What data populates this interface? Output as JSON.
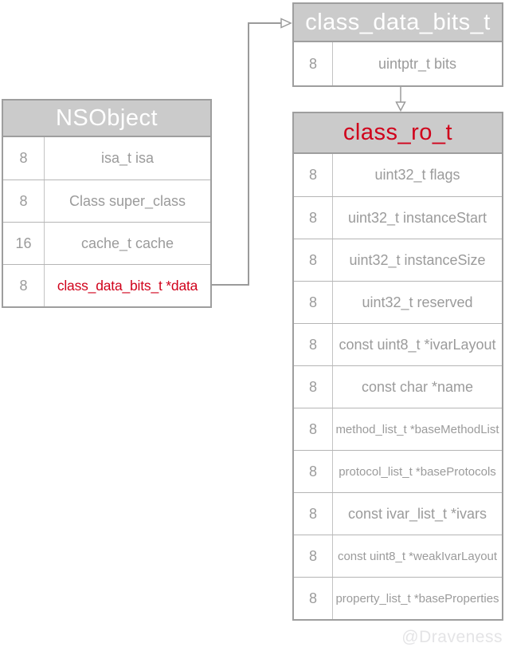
{
  "colors": {
    "header_bg": "#cbcbcb",
    "header_text": "#ffffff",
    "cell_text": "#9b9b9b",
    "accent_red": "#d0021b",
    "border_outer": "#9e9e9e",
    "border_inner": "#b5b5b5",
    "arrow": "#9b9b9b",
    "watermark_text": "#e4e4e6"
  },
  "tables": {
    "bits": {
      "title": "class_data_bits_t",
      "rows": [
        {
          "size": "8",
          "label": "uintptr_t bits"
        }
      ]
    },
    "nsobject": {
      "title": "NSObject",
      "rows": [
        {
          "size": "8",
          "label": "isa_t isa"
        },
        {
          "size": "8",
          "label": "Class super_class"
        },
        {
          "size": "16",
          "label": "cache_t cache"
        },
        {
          "size": "8",
          "label": "class_data_bits_t *data"
        }
      ]
    },
    "ro": {
      "title": "class_ro_t",
      "rows": [
        {
          "size": "8",
          "label": "uint32_t flags"
        },
        {
          "size": "8",
          "label": "uint32_t instanceStart"
        },
        {
          "size": "8",
          "label": "uint32_t instanceSize"
        },
        {
          "size": "8",
          "label": "uint32_t reserved"
        },
        {
          "size": "8",
          "label": "const uint8_t *ivarLayout"
        },
        {
          "size": "8",
          "label": "const char *name"
        },
        {
          "size": "8",
          "label": "method_list_t *baseMethodList"
        },
        {
          "size": "8",
          "label": "protocol_list_t *baseProtocols"
        },
        {
          "size": "8",
          "label": "const ivar_list_t *ivars"
        },
        {
          "size": "8",
          "label": "const uint8_t *weakIvarLayout"
        },
        {
          "size": "8",
          "label": "property_list_t *baseProperties"
        }
      ]
    }
  },
  "edges": [
    {
      "from": "NSObject.class_data_bits_t *data",
      "to": "class_data_bits_t"
    },
    {
      "from": "class_data_bits_t",
      "to": "class_ro_t"
    }
  ],
  "watermark": "@Draveness"
}
